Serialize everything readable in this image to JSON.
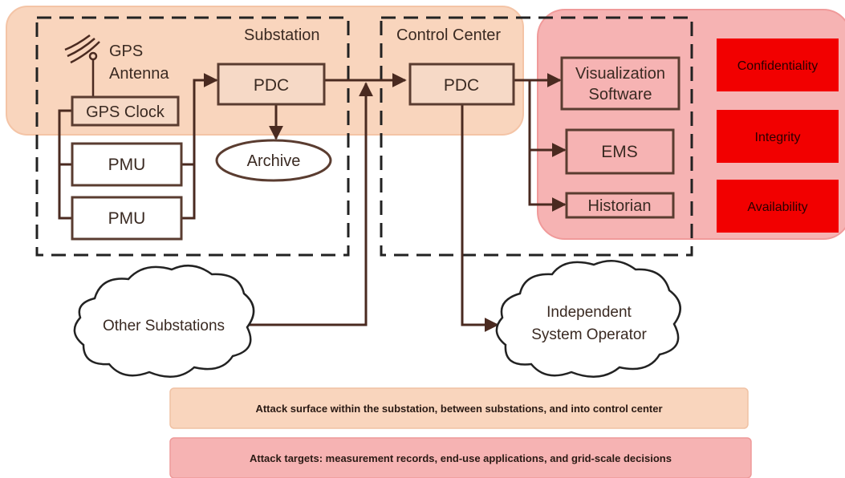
{
  "colors": {
    "substation_region": "#f9d5bd",
    "target_region": "#f6b3b3",
    "cia_box": "#f20000",
    "line": "#4a2a20"
  },
  "labels": {
    "substation": "Substation",
    "control_center": "Control Center",
    "gps_antenna_line1": "GPS",
    "gps_antenna_line2": "Antenna",
    "gps_clock": "GPS Clock",
    "substation_pdc": "PDC",
    "archive": "Archive",
    "pmu1": "PMU",
    "pmu2": "PMU",
    "control_pdc": "PDC",
    "visualization_line1": "Visualization",
    "visualization_line2": "Software",
    "ems": "EMS",
    "historian": "Historian",
    "other_substations": "Other Substations",
    "iso_line1": "Independent",
    "iso_line2": "System Operator"
  },
  "cia": {
    "confidentiality": "Confidentiality",
    "integrity": "Integrity",
    "availability": "Availability"
  },
  "legend": {
    "attack_surface": "Attack surface within the substation, between substations, and into control center",
    "attack_targets": "Attack targets: measurement records, end-use applications, and grid-scale decisions"
  }
}
